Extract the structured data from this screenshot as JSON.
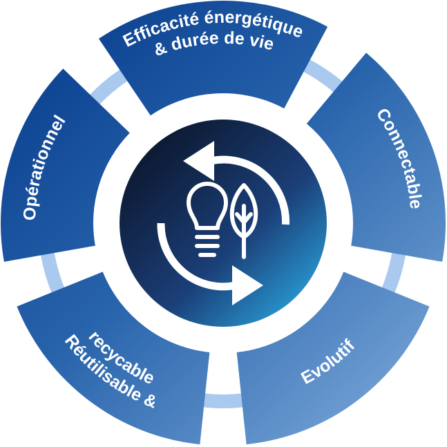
{
  "diagram": {
    "segments": [
      {
        "id": "top",
        "lines": [
          "Efficacité énergétique",
          "& durée de vie"
        ]
      },
      {
        "id": "right",
        "lines": [
          "Connectable"
        ]
      },
      {
        "id": "bottom-right",
        "lines": [
          "Evolutif"
        ]
      },
      {
        "id": "bottom-left",
        "lines": [
          "Réutilisable &",
          "recycable"
        ]
      },
      {
        "id": "left",
        "lines": [
          "Opérationnel"
        ]
      }
    ],
    "center": {
      "icons": [
        "cycle-arrows-icon",
        "lightbulb-icon",
        "leaf-icon"
      ]
    }
  },
  "colors": {
    "segment_dark": "#0a3f8f",
    "segment_light": "#7aa7d8",
    "connector": "#a9c9ee",
    "center_dark": "#0a1428",
    "center_mid": "#1b3f78",
    "center_light": "#2aa3dc",
    "icon": "#ffffff"
  }
}
